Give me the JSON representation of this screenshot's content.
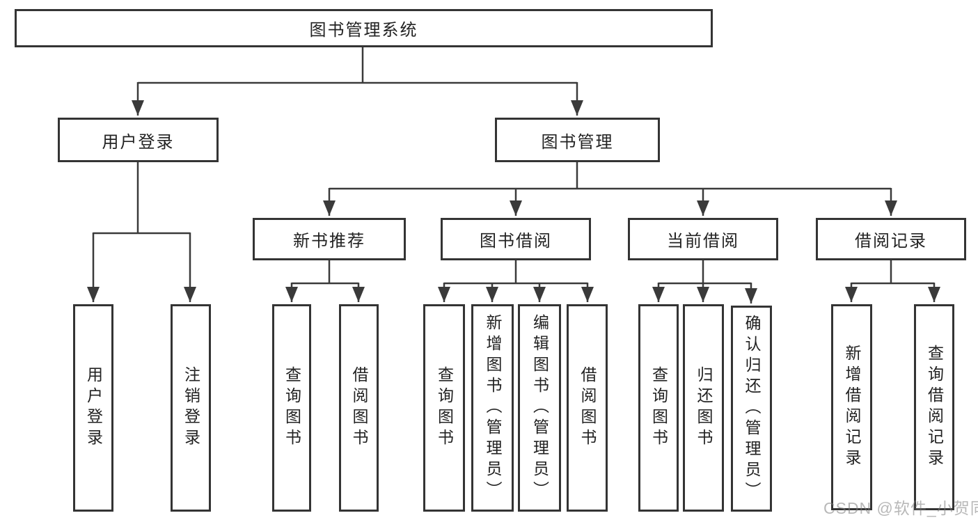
{
  "diagram": {
    "root": {
      "label": "图书管理系统"
    },
    "level2": {
      "user_login": {
        "label": "用户登录"
      },
      "book_mgmt": {
        "label": "图书管理"
      }
    },
    "level3": {
      "new_book": {
        "label": "新书推荐"
      },
      "borrow": {
        "label": "图书借阅"
      },
      "current": {
        "label": "当前借阅"
      },
      "record": {
        "label": "借阅记录"
      }
    },
    "leaves": {
      "user_login_login": {
        "label": "用户登录"
      },
      "user_login_logout": {
        "label": "注销登录"
      },
      "new_book_query": {
        "label": "查询图书"
      },
      "new_book_borrow": {
        "label": "借阅图书"
      },
      "borrow_query": {
        "label": "查询图书"
      },
      "borrow_add": {
        "label": "新增图书（管理员）"
      },
      "borrow_edit": {
        "label": "编辑图书（管理员）"
      },
      "borrow_borrow": {
        "label": "借阅图书"
      },
      "current_query": {
        "label": "查询图书"
      },
      "current_return": {
        "label": "归还图书"
      },
      "current_confirm": {
        "label": "确认归还（管理员）"
      },
      "record_add": {
        "label": "新增借阅记录"
      },
      "record_query": {
        "label": "查询借阅记录"
      }
    }
  },
  "watermark": {
    "text": "CSDN @软件_小贺同学"
  },
  "colors": {
    "line": "#3a3a3a",
    "border": "#343434",
    "text": "#222222",
    "watermark": "#b9b9b9"
  }
}
